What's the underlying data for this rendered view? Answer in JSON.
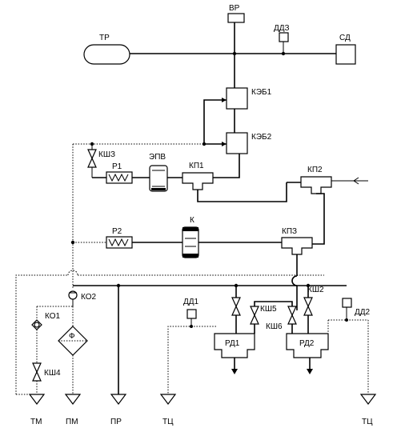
{
  "labels": {
    "vr": "ВР",
    "tr": "ТР",
    "dd3": "ДДЗ",
    "sd": "СД",
    "keb1": "КЭБ1",
    "keb2": "КЭБ2",
    "ksh3": "КШЗ",
    "r1": "Р1",
    "epv": "ЭПВ",
    "kp1": "КП1",
    "kp2": "КП2",
    "r2": "Р2",
    "k": "К",
    "kp3": "КПЗ",
    "ko2": "КО2",
    "ksh2": "КШ2",
    "dd1": "ДД1",
    "ksh5": "КШ5",
    "ko1": "КО1",
    "ksh6": "КШ6",
    "dd2": "ДД2",
    "f": "Ф",
    "rd1": "РД1",
    "rd2": "РД2",
    "ksh4": "КШ4",
    "tm": "ТМ",
    "pm": "ПМ",
    "pr": "ПР",
    "tc_left": "ТЦ",
    "tc_right": "ТЦ"
  }
}
